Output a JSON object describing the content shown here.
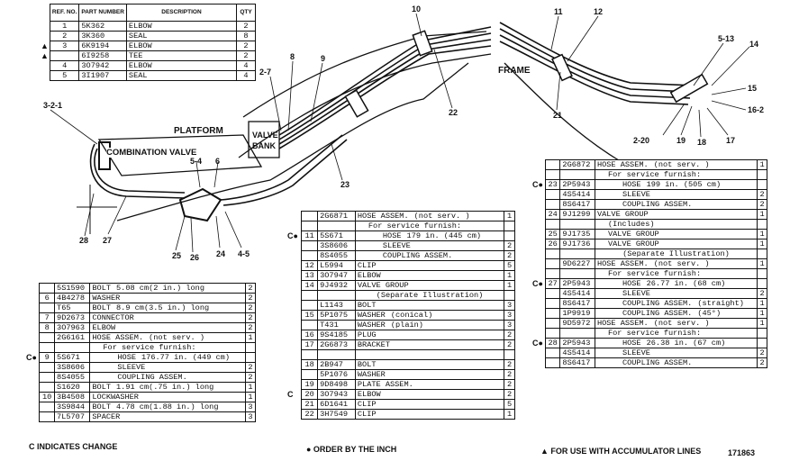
{
  "callouts": [
    "3-2-1",
    "2-7",
    "8",
    "9",
    "10",
    "11",
    "12",
    "5-13",
    "14",
    "15",
    "16-2",
    "17",
    "18",
    "19",
    "2-20",
    "21",
    "22",
    "23",
    "5-4",
    "6",
    "24",
    "25",
    "26",
    "4-5",
    "27",
    "28"
  ],
  "area_labels": {
    "platform": "PLATFORM",
    "combination_valve": "COMBINATION VALVE",
    "valve_bank_1": "VALVE",
    "valve_bank_2": "BANK",
    "frame": "FRAME"
  },
  "table_top": {
    "headers": {
      "ref": "REF. NO.",
      "part": "PART NUMBER",
      "desc": "DESCRIPTION",
      "qty": "QTY"
    },
    "rows": [
      {
        "mark": "",
        "ref": "1",
        "part": "5K362",
        "desc": "ELBOW",
        "qty": "2"
      },
      {
        "mark": "",
        "ref": "2",
        "part": "3K360",
        "desc": "SEAL",
        "qty": "8"
      },
      {
        "mark": "▲",
        "ref": "3",
        "part": "6K9194",
        "desc": "ELBOW",
        "qty": "2"
      },
      {
        "mark": "▲",
        "ref": "",
        "part": "6I9258",
        "desc": "TEE",
        "qty": "2"
      },
      {
        "mark": "",
        "ref": "4",
        "part": "3O7942",
        "desc": "ELBOW",
        "qty": "4"
      },
      {
        "mark": "",
        "ref": "5",
        "part": "3I1907",
        "desc": "SEAL",
        "qty": "4"
      }
    ]
  },
  "table_left": {
    "rows": [
      {
        "mark": "",
        "ref": "",
        "part": "5S1590",
        "desc": "BOLT",
        "spec": "5.08 cm(2 in.) long",
        "qty": "2",
        "cls": ""
      },
      {
        "mark": "",
        "ref": "6",
        "part": "4B4278",
        "desc": "WASHER",
        "spec": "",
        "qty": "2",
        "cls": ""
      },
      {
        "mark": "",
        "ref": "",
        "part": "T65",
        "desc": "BOLT",
        "spec": "8.9 cm(3.5 in.) long",
        "qty": "2",
        "cls": ""
      },
      {
        "mark": "",
        "ref": "7",
        "part": "9D2673",
        "desc": "CONNECTOR",
        "spec": "",
        "qty": "2",
        "cls": ""
      },
      {
        "mark": "",
        "ref": "8",
        "part": "3O7963",
        "desc": "ELBOW",
        "spec": "",
        "qty": "2",
        "cls": ""
      },
      {
        "mark": "",
        "ref": "",
        "part": "2G6161",
        "desc": "HOSE ASSEM.",
        "spec": "(not serv. )",
        "qty": "1",
        "cls": ""
      },
      {
        "mark": "",
        "ref": "",
        "part": "",
        "desc": "For service furnish:",
        "spec": "",
        "qty": "",
        "cls": "ind"
      },
      {
        "mark": "C●",
        "ref": "9",
        "part": "5S671",
        "desc": "HOSE",
        "spec": "176.77 in. (449 cm)",
        "qty": "",
        "cls": "ind2"
      },
      {
        "mark": "",
        "ref": "",
        "part": "3S8606",
        "desc": "SLEEVE",
        "spec": "",
        "qty": "2",
        "cls": "ind2"
      },
      {
        "mark": "",
        "ref": "",
        "part": "8S4055",
        "desc": "COUPLING ASSEM.",
        "spec": "",
        "qty": "2",
        "cls": "ind2"
      },
      {
        "mark": "",
        "ref": "",
        "part": "S1620",
        "desc": "BOLT",
        "spec": "1.91 cm(.75 in.) long",
        "qty": "1",
        "cls": ""
      },
      {
        "mark": "",
        "ref": "10",
        "part": "3B4508",
        "desc": "LOCKWASHER",
        "spec": "",
        "qty": "1",
        "cls": ""
      },
      {
        "mark": "",
        "ref": "",
        "part": "3S9844",
        "desc": "BOLT",
        "spec": "4.78 cm(1.88 in.) long",
        "qty": "3",
        "cls": ""
      },
      {
        "mark": "",
        "ref": "",
        "part": "7L5707",
        "desc": "SPACER",
        "spec": "",
        "qty": "3",
        "cls": ""
      }
    ]
  },
  "table_mid": {
    "rows": [
      {
        "mark": "",
        "ref": "",
        "part": "2G6871",
        "desc": "HOSE ASSEM.",
        "spec": "(not serv. )",
        "qty": "1",
        "cls": ""
      },
      {
        "mark": "",
        "ref": "",
        "part": "",
        "desc": "For service furnish:",
        "spec": "",
        "qty": "",
        "cls": "ind"
      },
      {
        "mark": "C●",
        "ref": "11",
        "part": "5S671",
        "desc": "HOSE",
        "spec": "179 in. (445 cm)",
        "qty": "",
        "cls": "ind2"
      },
      {
        "mark": "",
        "ref": "",
        "part": "3S8606",
        "desc": "SLEEVE",
        "spec": "",
        "qty": "2",
        "cls": "ind2"
      },
      {
        "mark": "",
        "ref": "",
        "part": "8S4055",
        "desc": "COUPLING ASSEM.",
        "spec": "",
        "qty": "2",
        "cls": "ind2"
      },
      {
        "mark": "",
        "ref": "12",
        "part": "L5994",
        "desc": "CLIP",
        "spec": "",
        "qty": "5",
        "cls": ""
      },
      {
        "mark": "",
        "ref": "13",
        "part": "3O7947",
        "desc": "ELBOW",
        "spec": "",
        "qty": "1",
        "cls": ""
      },
      {
        "mark": "",
        "ref": "14",
        "part": "9J4932",
        "desc": "VALVE GROUP",
        "spec": "",
        "qty": "1",
        "cls": ""
      },
      {
        "mark": "",
        "ref": "",
        "part": "",
        "desc": "(Separate Illustration)",
        "spec": "",
        "qty": "",
        "cls": "ctr"
      },
      {
        "mark": "",
        "ref": "",
        "part": "L1143",
        "desc": "BOLT",
        "spec": "",
        "qty": "3",
        "cls": ""
      },
      {
        "mark": "",
        "ref": "15",
        "part": "5P1075",
        "desc": "WASHER",
        "spec": "(conical)",
        "qty": "3",
        "cls": ""
      },
      {
        "mark": "",
        "ref": "",
        "part": "T431",
        "desc": "WASHER",
        "spec": "(plain)",
        "qty": "3",
        "cls": ""
      },
      {
        "mark": "",
        "ref": "16",
        "part": "9S4185",
        "desc": "PLUG",
        "spec": "",
        "qty": "2",
        "cls": ""
      },
      {
        "mark": "",
        "ref": "17",
        "part": "2G6873",
        "desc": "BRACKET",
        "spec": "",
        "qty": "2",
        "cls": ""
      },
      {
        "mark": "",
        "ref": "",
        "part": "",
        "desc": "",
        "spec": "",
        "qty": "",
        "cls": ""
      },
      {
        "mark": "",
        "ref": "18",
        "part": "2B947",
        "desc": "BOLT",
        "spec": "",
        "qty": "2",
        "cls": ""
      },
      {
        "mark": "",
        "ref": "",
        "part": "5P1076",
        "desc": "WASHER",
        "spec": "",
        "qty": "2",
        "cls": ""
      },
      {
        "mark": "",
        "ref": "19",
        "part": "9D8498",
        "desc": "PLATE ASSEM.",
        "spec": "",
        "qty": "2",
        "cls": ""
      },
      {
        "mark": "C",
        "ref": "20",
        "part": "3O7943",
        "desc": "ELBOW",
        "spec": "",
        "qty": "2",
        "cls": ""
      },
      {
        "mark": "",
        "ref": "21",
        "part": "6D1641",
        "desc": "CLIP",
        "spec": "",
        "qty": "5",
        "cls": ""
      },
      {
        "mark": "",
        "ref": "22",
        "part": "3H7549",
        "desc": "CLIP",
        "spec": "",
        "qty": "1",
        "cls": ""
      }
    ]
  },
  "table_right": {
    "rows": [
      {
        "mark": "",
        "ref": "",
        "part": "2G6872",
        "desc": "HOSE ASSEM.",
        "spec": "(not serv. )",
        "qty": "1",
        "cls": ""
      },
      {
        "mark": "",
        "ref": "",
        "part": "",
        "desc": "For service furnish:",
        "spec": "",
        "qty": "",
        "cls": "ind"
      },
      {
        "mark": "C●",
        "ref": "23",
        "part": "2P5943",
        "desc": "HOSE",
        "spec": "199 in. (505 cm)",
        "qty": "",
        "cls": "ind2"
      },
      {
        "mark": "",
        "ref": "",
        "part": "4S5414",
        "desc": "SLEEVE",
        "spec": "",
        "qty": "2",
        "cls": "ind2"
      },
      {
        "mark": "",
        "ref": "",
        "part": "8S6417",
        "desc": "COUPLING ASSEM.",
        "spec": "",
        "qty": "2",
        "cls": "ind2"
      },
      {
        "mark": "",
        "ref": "24",
        "part": "9J1299",
        "desc": "VALVE GROUP",
        "spec": "",
        "qty": "1",
        "cls": ""
      },
      {
        "mark": "",
        "ref": "",
        "part": "",
        "desc": "(Includes)",
        "spec": "",
        "qty": "",
        "cls": "ind"
      },
      {
        "mark": "",
        "ref": "25",
        "part": "9J1735",
        "desc": "VALVE GROUP",
        "spec": "",
        "qty": "1",
        "cls": "ind"
      },
      {
        "mark": "",
        "ref": "26",
        "part": "9J1736",
        "desc": "VALVE GROUP",
        "spec": "",
        "qty": "1",
        "cls": "ind"
      },
      {
        "mark": "",
        "ref": "",
        "part": "",
        "desc": "(Separate Illustration)",
        "spec": "",
        "qty": "",
        "cls": "ctr"
      },
      {
        "mark": "",
        "ref": "",
        "part": "9D6227",
        "desc": "HOSE ASSEM.",
        "spec": "(not serv. )",
        "qty": "1",
        "cls": ""
      },
      {
        "mark": "",
        "ref": "",
        "part": "",
        "desc": "For service furnish:",
        "spec": "",
        "qty": "",
        "cls": "ind"
      },
      {
        "mark": "C●",
        "ref": "27",
        "part": "2P5943",
        "desc": "HOSE",
        "spec": "26.77 in. (68 cm)",
        "qty": "",
        "cls": "ind2"
      },
      {
        "mark": "",
        "ref": "",
        "part": "4S5414",
        "desc": "SLEEVE",
        "spec": "",
        "qty": "2",
        "cls": "ind2"
      },
      {
        "mark": "",
        "ref": "",
        "part": "8S6417",
        "desc": "COUPLING ASSEM.",
        "spec": "(straight)",
        "qty": "1",
        "cls": "ind2"
      },
      {
        "mark": "",
        "ref": "",
        "part": "1P9919",
        "desc": "COUPLING ASSEM.",
        "spec": "(45°)",
        "qty": "1",
        "cls": "ind2"
      },
      {
        "mark": "",
        "ref": "",
        "part": "9D5972",
        "desc": "HOSE ASSEM.",
        "spec": "(not serv. )",
        "qty": "1",
        "cls": ""
      },
      {
        "mark": "",
        "ref": "",
        "part": "",
        "desc": "For service furnish:",
        "spec": "",
        "qty": "",
        "cls": "ind"
      },
      {
        "mark": "C●",
        "ref": "28",
        "part": "2P5943",
        "desc": "HOSE",
        "spec": "26.38 in. (67 cm)",
        "qty": "",
        "cls": "ind2"
      },
      {
        "mark": "",
        "ref": "",
        "part": "4S5414",
        "desc": "SLEEVE",
        "spec": "",
        "qty": "2",
        "cls": "ind2"
      },
      {
        "mark": "",
        "ref": "",
        "part": "8S6417",
        "desc": "COUPLING ASSEM.",
        "spec": "",
        "qty": "2",
        "cls": "ind2"
      }
    ]
  },
  "footer": {
    "change_note": "C INDICATES CHANGE",
    "order_note": "● ORDER BY THE INCH",
    "accumulator_note": "▲ FOR USE WITH ACCUMULATOR LINES",
    "illustration_number": "171863"
  }
}
